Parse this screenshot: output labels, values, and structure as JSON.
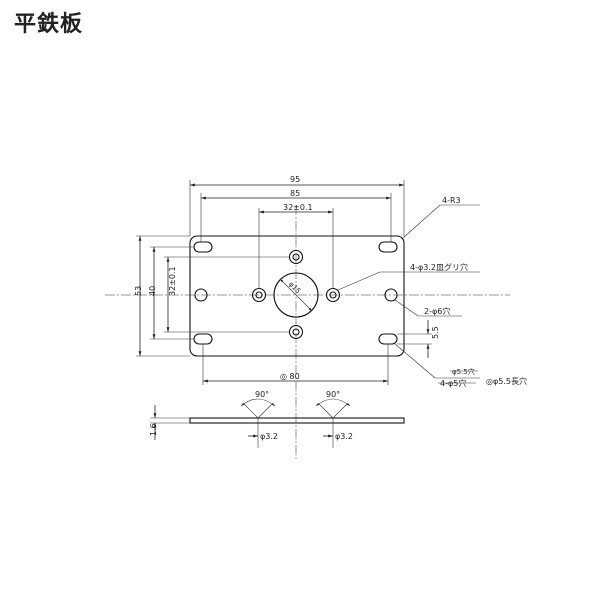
{
  "title": "平鉄板",
  "dims": {
    "w95": "95",
    "w85": "85",
    "w32": "32±0.1",
    "h53": "53",
    "h40": "40",
    "h32": "32±0.1",
    "pcd80": "◎ 80",
    "d55": "5.5",
    "plate_t": "1.6",
    "ang_left": "90°",
    "ang_right": "90°",
    "hole_left": "φ3.2",
    "hole_right": "φ3.2",
    "center_hole": "φ15"
  },
  "notes": {
    "r3": "4-R3",
    "countersink": "4-φ3.2皿グリ穴",
    "hole6": "2-φ6穴",
    "old_hole_top": "φ5.5穴",
    "old_hole_bottom": "4-φ5穴",
    "new_hole": "◎φ5.5長穴"
  }
}
